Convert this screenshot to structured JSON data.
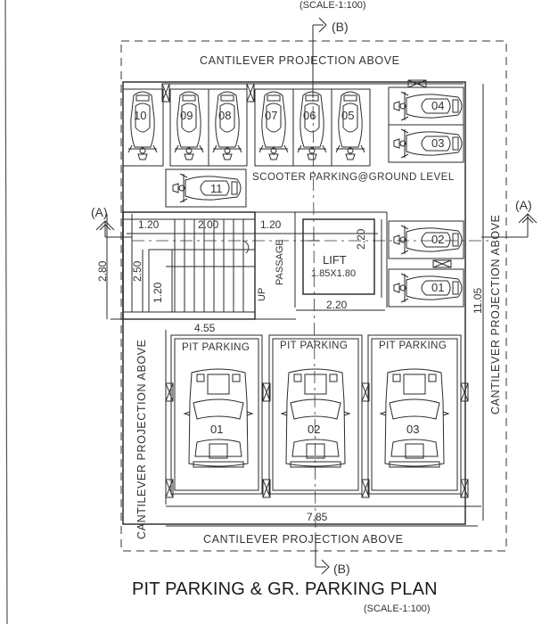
{
  "drawing": {
    "title": "PIT PARKING & GR. PARKING PLAN",
    "scale_top": "(SCALE-1:100)",
    "scale_bottom": "(SCALE-1:100)"
  },
  "section_markers": {
    "top": "(B)",
    "bottom": "(B)",
    "left": "(A)",
    "right": "(A)"
  },
  "cantilever_labels": {
    "top": "CANTILEVER PROJECTION ABOVE",
    "bottom": "CANTILEVER PROJECTION ABOVE",
    "left": "CANTILEVER PROJECTION ABOVE",
    "right": "CANTILEVER PROJECTION ABOVE"
  },
  "scooter_parking": {
    "label": "SCOOTER PARKING@GROUND LEVEL",
    "vertical_slots": [
      "10",
      "09",
      "08",
      "07",
      "06",
      "05"
    ],
    "horizontal_slots_top_right": [
      "04",
      "03"
    ],
    "horizontal_slot_left": "11",
    "horizontal_slots_right": [
      "02",
      "01"
    ]
  },
  "staircase": {
    "up_label": "UP",
    "passage_label": "PASSAGE"
  },
  "lift": {
    "label": "LIFT",
    "size": "1.85X1.80"
  },
  "dimensions": {
    "stair_left_width": "1.20",
    "stair_flight_length": "2.00",
    "passage_width": "1.20",
    "stair_depth_outer": "2.80",
    "stair_depth_inner": "2.50",
    "landing_width": "1.20",
    "core_total_width": "4.55",
    "lift_height": "2.20",
    "lift_width": "2.20",
    "overall_depth": "11.05",
    "pit_total_width": "7.85"
  },
  "pit_parking": {
    "slots": [
      {
        "label": "PIT PARKING",
        "number": "01"
      },
      {
        "label": "PIT PARKING",
        "number": "02"
      },
      {
        "label": "PIT PARKING",
        "number": "03"
      }
    ]
  }
}
